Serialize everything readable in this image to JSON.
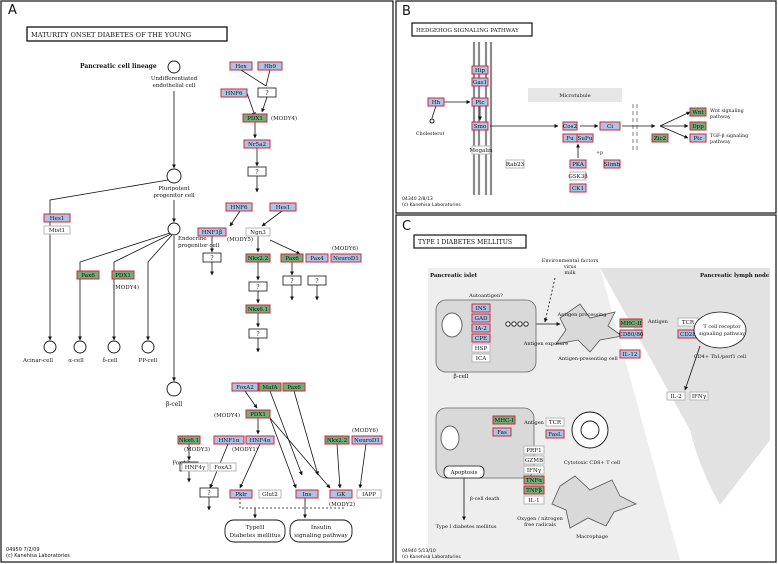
{
  "colors": {
    "blue": "#a9c4e4",
    "green": "#6fae7a",
    "red_border": "#d3263a",
    "gray": "#b7b7b7",
    "light_gray": "#e6e6e6",
    "cell_gray": "#d9d9d9"
  },
  "panels": {
    "A": {
      "letter": "A",
      "title": "MATURITY ONSET DIABETES OF THE YOUNG",
      "labels": {
        "lineage": "Pancreatic cell lineage",
        "endo1": "Undifferentiated",
        "endo2": "endothelial cell",
        "pluri1": "Pluripotent",
        "pluri2": "progenitor cell",
        "endoprog1": "Endocrine",
        "endoprog2": "progenitor cell",
        "acinar": "Acinar-cell",
        "alpha": "α-cell",
        "delta": "δ-cell",
        "pp": "PP-cell",
        "beta": "β-cell",
        "mody4a": "(MODY4)",
        "mody4b": "(MODY4)",
        "mody4c": "(MODY4)",
        "mody5": "(MODY5)",
        "mody6a": "(MODY6)",
        "mody6b": "(MODY6)",
        "mody3": "(MODY3)",
        "mody1": "(MODY1)",
        "mody2": "(MODY2)",
        "typeII1": "TypeII",
        "typeII2": "Diabetes mellitus",
        "insulin1": "Insulin",
        "insulin2": "signaling pathway",
        "q": "?",
        "footer1": "04950 7/2/09",
        "footer2": "(c) Kanehisa Laboratories"
      },
      "genes": {
        "hex": "Hex",
        "hb9": "Hb9",
        "hnf6a": "HNF6",
        "pdx1a": "PDX1",
        "nr5a2": "Nr5a2",
        "hes1a": "Hes1",
        "mist1": "Mist1",
        "pax6a": "Pax6",
        "pdx1b": "PDX1",
        "hnf6b": "HNF6",
        "hes1b": "Hes1",
        "hnf1b": "HNF1β",
        "ngn3": "Ngn3",
        "nkx22a": "Nkx2.2",
        "pax6b": "Pax6",
        "pax4": "Pax4",
        "neurod1a": "NeuroD1",
        "nkx61a": "Nkx6.1",
        "foxa2": "FoxA2",
        "mafa": "MafA",
        "pax6c": "Pax6",
        "pdx1c": "PDX1",
        "nkx61b": "Nkx6.1",
        "hnf1a": "HNF1α",
        "hnf4a": "HNF4α",
        "nkx22b": "Nkx2.2",
        "neurod1b": "NeuroD1",
        "hnf4g": "HNF4γ",
        "foxa3": "FoxA3",
        "pkb": "Pklr",
        "glut2": "Glut2",
        "ins": "Ins",
        "gk": "GK",
        "iapp": "IAPP"
      }
    },
    "B": {
      "letter": "B",
      "title": "HEDGEHOG SIGNALING PATHWAY",
      "labels": {
        "microtubule": "Microtubule",
        "cholesterol": "Cholesterol",
        "wnt1": "Wnt signaling",
        "wnt2": "pathway",
        "tgf1": "TGF-β signaling",
        "tgf2": "pathway",
        "p": "+p",
        "footer1": "04340 2/8/13",
        "footer2": "(c) Kanehisa Laboratories"
      },
      "genes": {
        "hip": "Hip",
        "gas1": "Gas1",
        "hh": "Hh",
        "ptc": "Ptc",
        "smo": "Smo",
        "megalin": "Megalin",
        "rab23": "Rab23",
        "costal2": "Cos2",
        "fused": "Fu",
        "sufu": "SuFu",
        "ci": "Ci",
        "pka": "PKA",
        "gsk3b": "GSK3β",
        "ck1": "CK1",
        "slimb": "Slimb",
        "zic2": "Zic2",
        "wnt": "Wnt",
        "dpp": "Dpp",
        "ptc2": "Ptc"
      }
    },
    "C": {
      "letter": "C",
      "title": "TYPE I DIABETES MELLITUS",
      "labels": {
        "islet": "Pancreatic islet",
        "lymph": "Pancreatic lymph node",
        "env1": "Environmental factors",
        "env2": "virus",
        "env3": "milk",
        "autoantigen": "Autoantigen?",
        "antigen1": "Antigen",
        "antigen2": "Antigen",
        "exposure": "Antigen exposure",
        "processing": "Antigen processing",
        "apc": "Antigen-presenting cell",
        "bcell": "β-cell",
        "tcr_label1": "T cell receptor",
        "tcr_label2": "signaling pathway",
        "cd4": "CD4+ Th1/perf1 cell",
        "apoptosis": "Apoptosis",
        "bdeath": "β-cell death",
        "t1dm": "Type I diabetes mellitus",
        "cyto": "Cytotoxic CD8+ T cell",
        "oxygen1": "Oxygen / nitrogen",
        "oxygen2": "free radicals",
        "macrophage": "Macrophage",
        "footer1": "04940 5/13/10",
        "footer2": "(c) Kanehisa Laboratories"
      },
      "genes": {
        "ins": "INS",
        "gad": "GAD",
        "ia2": "IA-2",
        "cpe": "CPE",
        "hsp": "HSP",
        "ica": "ICA",
        "mhc2": "MHC-II",
        "cd80": "CD80/86",
        "tcr": "TCR",
        "cd28": "CD28",
        "il12": "IL-12",
        "il2": "IL-2",
        "ifng": "IFNγ",
        "mhc1": "MHC-I",
        "fas": "Fas",
        "fasl": "FasL",
        "tcr2": "TCR",
        "prf1": "PRF1",
        "gzmb": "GZMB",
        "ifng2": "IFNγ",
        "tnfa": "TNFα",
        "tnfb": "TNFβ",
        "il1": "IL-1"
      }
    }
  }
}
